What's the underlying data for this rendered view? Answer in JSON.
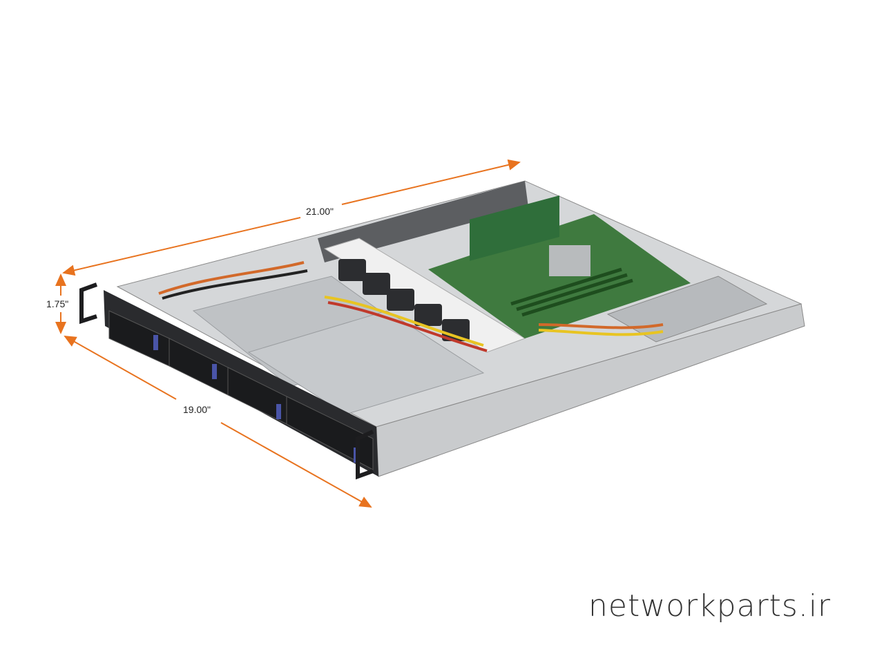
{
  "dimensions": {
    "depth": "21.00\"",
    "height": "1.75\"",
    "width": "19.00\""
  },
  "watermark": "networkparts.ir",
  "colors": {
    "arrow": "#e8731f",
    "chassis": "#c9cbcd",
    "front_panel": "#2a2b2e",
    "board": "#3f7a3f"
  }
}
